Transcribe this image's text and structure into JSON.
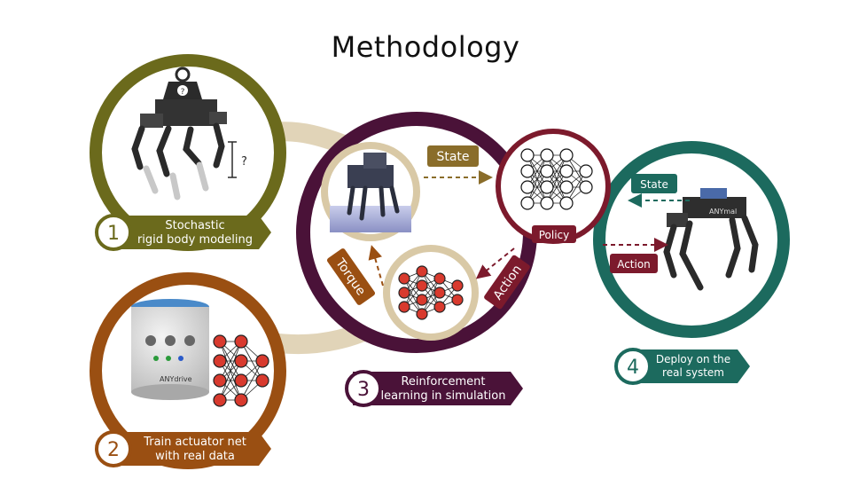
{
  "slide": {
    "title": "Methodology"
  },
  "colors": {
    "olive": "#6b6a1c",
    "rust": "#9a4f12",
    "plum": "#4a1238",
    "crimson": "#7c1a2c",
    "teal": "#1c6a5e",
    "tan": "#d9c9a6",
    "node_red": "#d83a2e"
  },
  "steps": [
    {
      "number": "1",
      "line1": "Stochastic",
      "line2": "rigid body modeling",
      "icon": "weight-question-icon"
    },
    {
      "number": "2",
      "line1": "Train actuator net",
      "line2": "with real data",
      "icon": "actuator-icon"
    },
    {
      "number": "3",
      "line1": "Reinforcement",
      "line2": "learning in simulation",
      "icon": "simulation-robot-icon"
    },
    {
      "number": "4",
      "line1": "Deploy on the",
      "line2": "real system",
      "icon": "quadruped-robot-icon"
    }
  ],
  "labels": {
    "state_sim": "State",
    "policy": "Policy",
    "action_sim": "Action",
    "torque": "Torque",
    "state_real": "State",
    "action_real": "Action",
    "dimension_marker": "?",
    "weight_marker": "?",
    "actuator_brand": "ANYdrive",
    "robot_brand": "ANYmal"
  }
}
